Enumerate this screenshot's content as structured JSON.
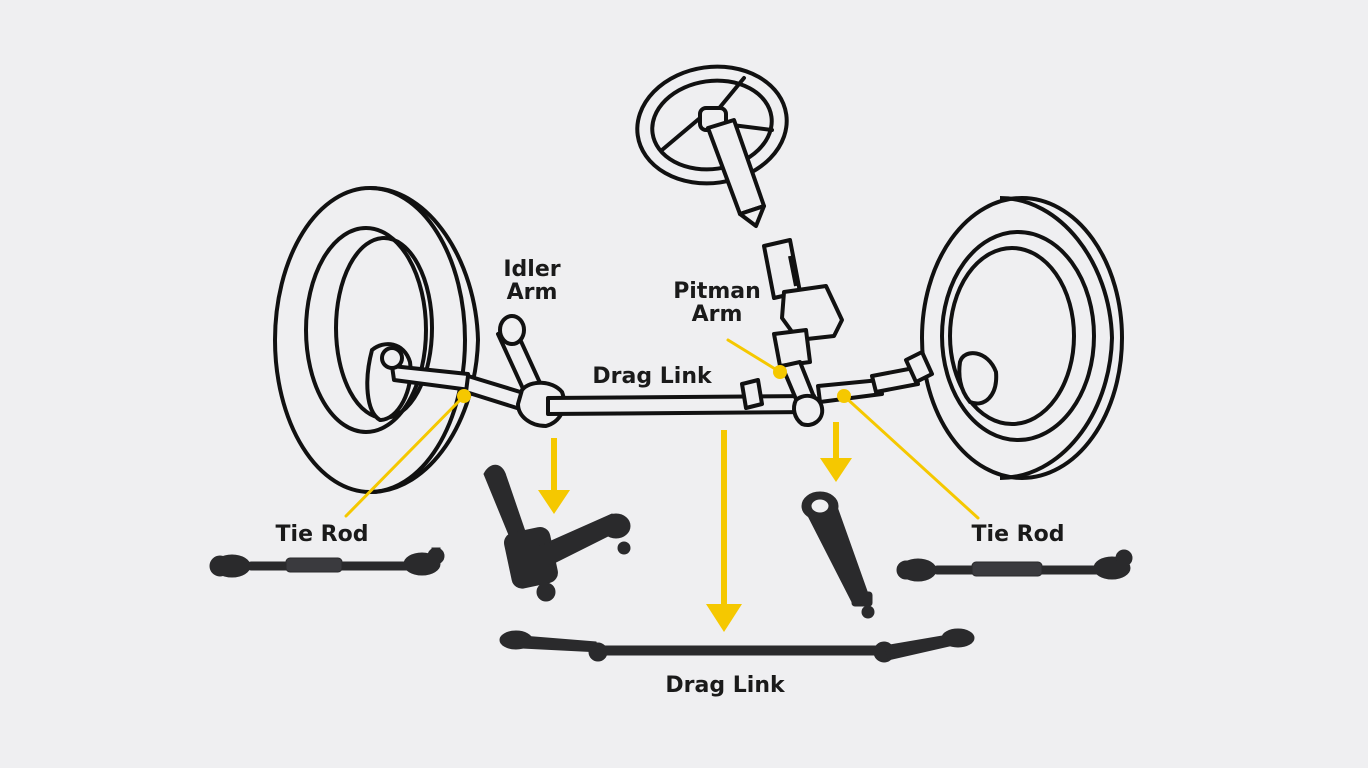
{
  "colors": {
    "background": "#efeff1",
    "line_art": "#111111",
    "accent": "#f5c800",
    "part_metal": "#2a2a2c"
  },
  "labels": {
    "idler_arm": [
      "Idler",
      "Arm"
    ],
    "pitman_arm": [
      "Pitman",
      "Arm"
    ],
    "drag_link_top": "Drag Link",
    "tie_rod_left": "Tie Rod",
    "tie_rod_right": "Tie Rod",
    "drag_link_bottom": "Drag Link"
  }
}
